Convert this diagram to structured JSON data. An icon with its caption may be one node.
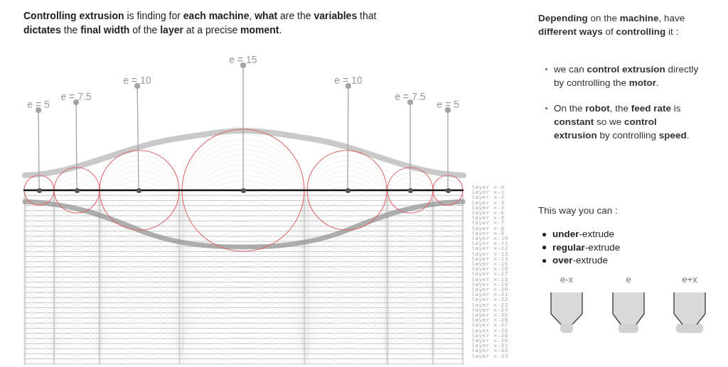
{
  "diagram": {
    "title": "**Controlling extrusion** is finding for **each machine**, **what** are the **variables** that **dictates** the **final width** of the **layer** at a precise **moment**.",
    "nodes": [
      {
        "text": [
          "e = 5"
        ]
      },
      {
        "text": [
          "e = 7.5"
        ]
      },
      {
        "text": [
          "e = 10"
        ]
      },
      {
        "text": [
          "e = 15"
        ]
      },
      {
        "text": [
          "e = 10"
        ]
      },
      {
        "text": [
          "e = 7.5"
        ]
      },
      {
        "text": [
          "e = 5"
        ]
      },
      {
        "text": [],
        "shape": "circle"
      },
      {
        "text": [],
        "shape": "circle"
      },
      {
        "text": [],
        "shape": "circle"
      },
      {
        "text": [],
        "shape": "circle"
      },
      {
        "text": [],
        "shape": "circle"
      },
      {
        "text": [],
        "shape": "circle"
      },
      {
        "text": [],
        "shape": "circle"
      }
    ],
    "edges": [
      {
        "from": 0,
        "to": 7,
        "arrow": "other"
      },
      {
        "from": 1,
        "to": 8,
        "arrow": "other"
      },
      {
        "from": 2,
        "to": 9,
        "arrow": "other"
      },
      {
        "from": 3,
        "to": 10,
        "arrow": "other"
      },
      {
        "from": 4,
        "to": 11,
        "arrow": "other"
      },
      {
        "from": 5,
        "to": 12,
        "arrow": "other"
      },
      {
        "from": 6,
        "to": 13,
        "arrow": "other"
      }
    ],
    "labels": [
      "**Depending** on the **machine**, have **different ways** of **controlling** it :",
      "we can **control extrusion** directly by controlling the **motor**.",
      "On the **robot**, the **feed rate** is **constant** so we **control extrusion** by controlling **speed**.",
      "This way you can :",
      "**under**-extrude",
      "**regular**-extrude",
      "**over**-extrude",
      "e-x",
      "e",
      "e+x",
      "layer x-0",
      "layer x-1",
      "layer x-2",
      "layer x-3",
      "layer x-4",
      "layer x-5",
      "layer x-6",
      "layer x-7",
      "layer x-8",
      "layer x-9",
      "layer x-10",
      "layer x-11",
      "layer x-12",
      "layer x-13",
      "layer x-14",
      "layer x-15",
      "layer x-16",
      "layer x-17",
      "layer x-18",
      "layer x-19",
      "layer x-20",
      "layer x-21",
      "layer x-22",
      "layer x-23",
      "layer x-24",
      "layer x-25",
      "layer x-26",
      "layer x-27",
      "layer x-28",
      "layer x-29",
      "layer x-30",
      "layer x-31",
      "layer x-32",
      "layer x-33"
    ]
  }
}
